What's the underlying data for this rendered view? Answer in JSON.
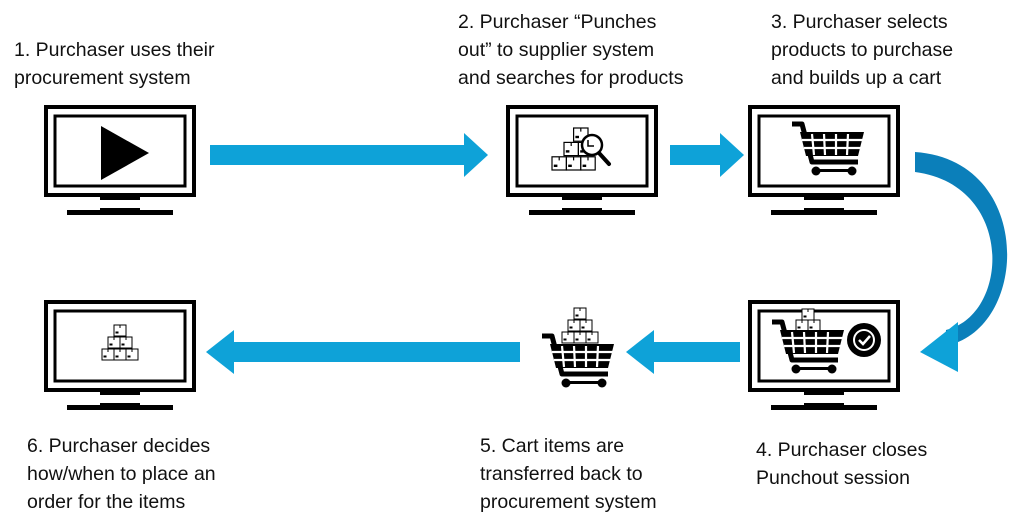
{
  "steps": [
    {
      "number": "1",
      "lines": [
        "1. Purchaser uses their",
        "procurement system"
      ],
      "icon": "play-icon"
    },
    {
      "number": "2",
      "lines": [
        "2. Purchaser “Punches",
        "out” to supplier system",
        "and searches for products"
      ],
      "icon": "boxes-search-icon"
    },
    {
      "number": "3",
      "lines": [
        "3. Purchaser selects",
        "products to purchase",
        "and builds up a cart"
      ],
      "icon": "shopping-cart-icon"
    },
    {
      "number": "4",
      "lines": [
        "4. Purchaser closes",
        "Punchout session"
      ],
      "icon": "cart-checkmark-badge-icon"
    },
    {
      "number": "5",
      "lines": [
        "5. Cart items are",
        "transferred back to",
        "procurement system"
      ],
      "icon": "cart-with-boxes-icon"
    },
    {
      "number": "6",
      "lines": [
        "6. Purchaser decides",
        "how/when to place an",
        "order for the items"
      ],
      "icon": "stacked-boxes-icon"
    }
  ],
  "colors": {
    "arrow": "#0ea2d8",
    "curve": "#0b7fba",
    "monitor": "#000000",
    "background": "#ffffff"
  }
}
